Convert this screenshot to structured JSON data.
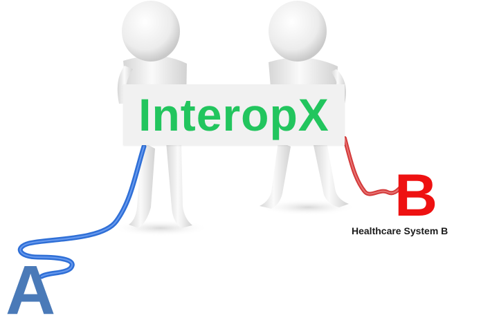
{
  "sign": {
    "text": "InteropX",
    "color": "#22c55e"
  },
  "endpoint_a": {
    "letter": "A",
    "color": "#4a7ab8",
    "cable_color": "#2f6fd6"
  },
  "endpoint_b": {
    "letter": "B",
    "color": "#ee1111",
    "cable_color": "#d33a3a",
    "label": "Healthcare System B"
  },
  "figures": {
    "count": 2,
    "color": "#f3f3f3"
  }
}
